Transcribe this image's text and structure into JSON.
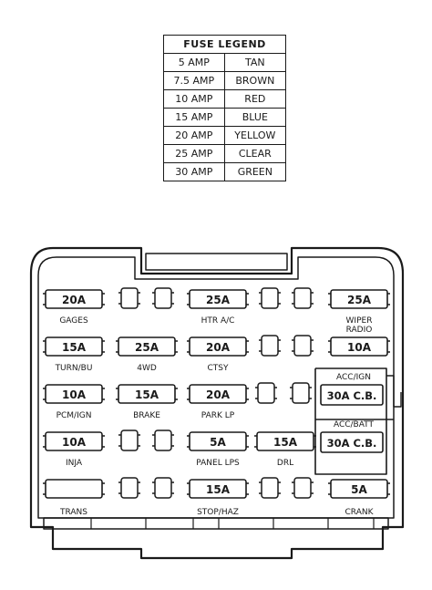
{
  "legend": {
    "title": "FUSE LEGEND",
    "rows": [
      {
        "amp": "5 AMP",
        "color": "TAN"
      },
      {
        "amp": "7.5 AMP",
        "color": "BROWN"
      },
      {
        "amp": "10 AMP",
        "color": "RED"
      },
      {
        "amp": "15 AMP",
        "color": "BLUE"
      },
      {
        "amp": "20 AMP",
        "color": "YELLOW"
      },
      {
        "amp": "25 AMP",
        "color": "CLEAR"
      },
      {
        "amp": "30 AMP",
        "color": "GREEN"
      }
    ]
  },
  "fuses": [
    {
      "rating": "20A",
      "label": "GAGES"
    },
    {
      "rating": "25A",
      "label": "HTR A/C"
    },
    {
      "rating": "25A",
      "label": "WIPER"
    },
    {
      "rating": "15A",
      "label": "TURN/BU"
    },
    {
      "rating": "25A",
      "label": "4WD"
    },
    {
      "rating": "20A",
      "label": "CTSY"
    },
    {
      "rating": "10A",
      "label": "RADIO"
    },
    {
      "rating": "10A",
      "label": "PCM/IGN"
    },
    {
      "rating": "15A",
      "label": "BRAKE"
    },
    {
      "rating": "20A",
      "label": "PARK LP"
    },
    {
      "rating": "10A",
      "label": "INJA"
    },
    {
      "rating": "5A",
      "label": "PANEL LPS"
    },
    {
      "rating": "15A",
      "label": "DRL"
    },
    {
      "rating": "",
      "label": "TRANS"
    },
    {
      "rating": "15A",
      "label": "STOP/HAZ"
    },
    {
      "rating": "5A",
      "label": "CRANK"
    }
  ],
  "breakers": [
    {
      "rating": "30A C.B.",
      "label": "ACC/IGN"
    },
    {
      "rating": "30A C.B.",
      "label": "ACC/BATT"
    }
  ]
}
